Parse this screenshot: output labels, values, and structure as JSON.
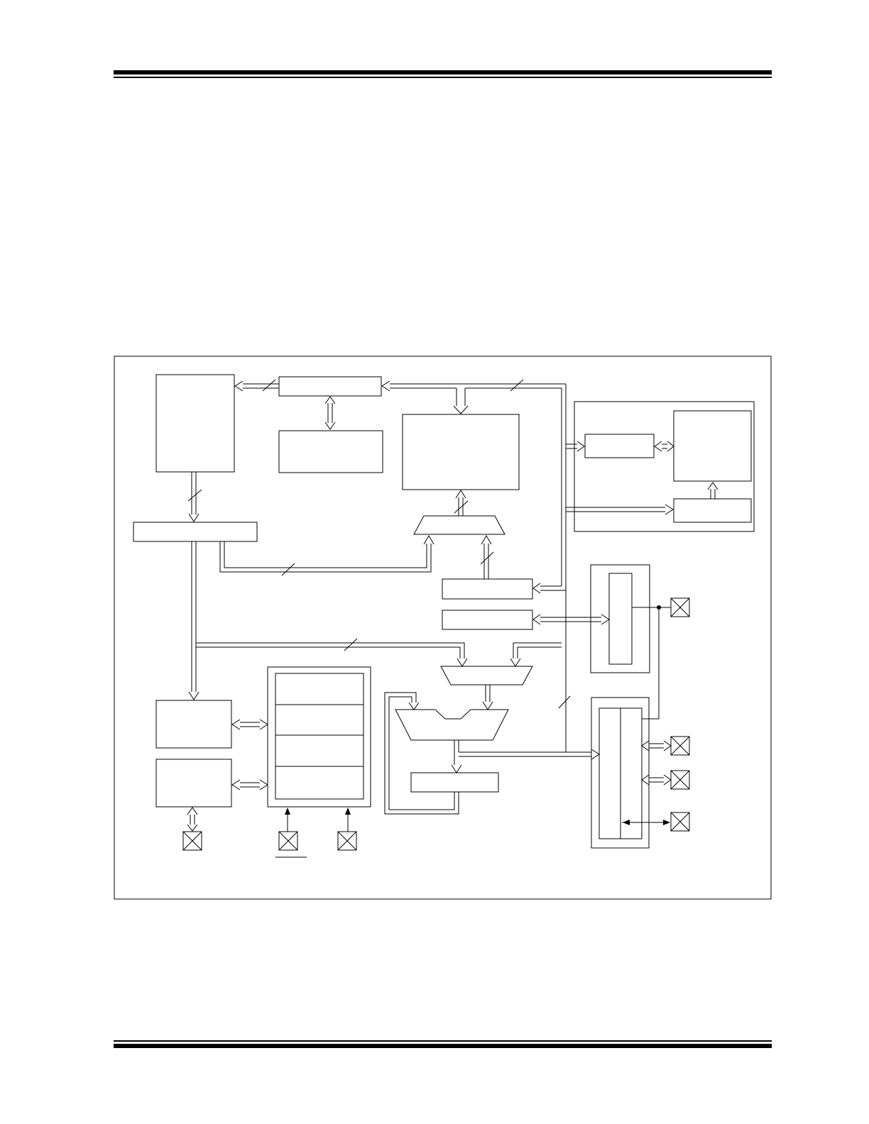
{
  "page": {
    "colors": {
      "ink": "#000000",
      "paper": "#ffffff"
    }
  },
  "diagram": {
    "blocks": [
      {
        "id": "program-memory"
      },
      {
        "id": "program-counter"
      },
      {
        "id": "stack"
      },
      {
        "id": "file-registers"
      },
      {
        "id": "instruction-register"
      },
      {
        "id": "address-mux"
      },
      {
        "id": "fsr-register"
      },
      {
        "id": "status-register"
      },
      {
        "id": "timing-generation"
      },
      {
        "id": "power-up-timer"
      },
      {
        "id": "watchdog-timer"
      },
      {
        "id": "alu-mux"
      },
      {
        "id": "alu"
      },
      {
        "id": "w-register"
      },
      {
        "id": "gpio-port"
      },
      {
        "id": "timer0"
      },
      {
        "id": "osc-timing-group"
      },
      {
        "id": "device-reset-timer"
      },
      {
        "id": "internal-rc-clock"
      }
    ],
    "pins": [
      {
        "id": "pin-gp-top"
      },
      {
        "id": "pin-io-1"
      },
      {
        "id": "pin-io-2"
      },
      {
        "id": "pin-io-3"
      },
      {
        "id": "pin-mclr"
      },
      {
        "id": "pin-vdd"
      },
      {
        "id": "pin-vss"
      }
    ]
  }
}
